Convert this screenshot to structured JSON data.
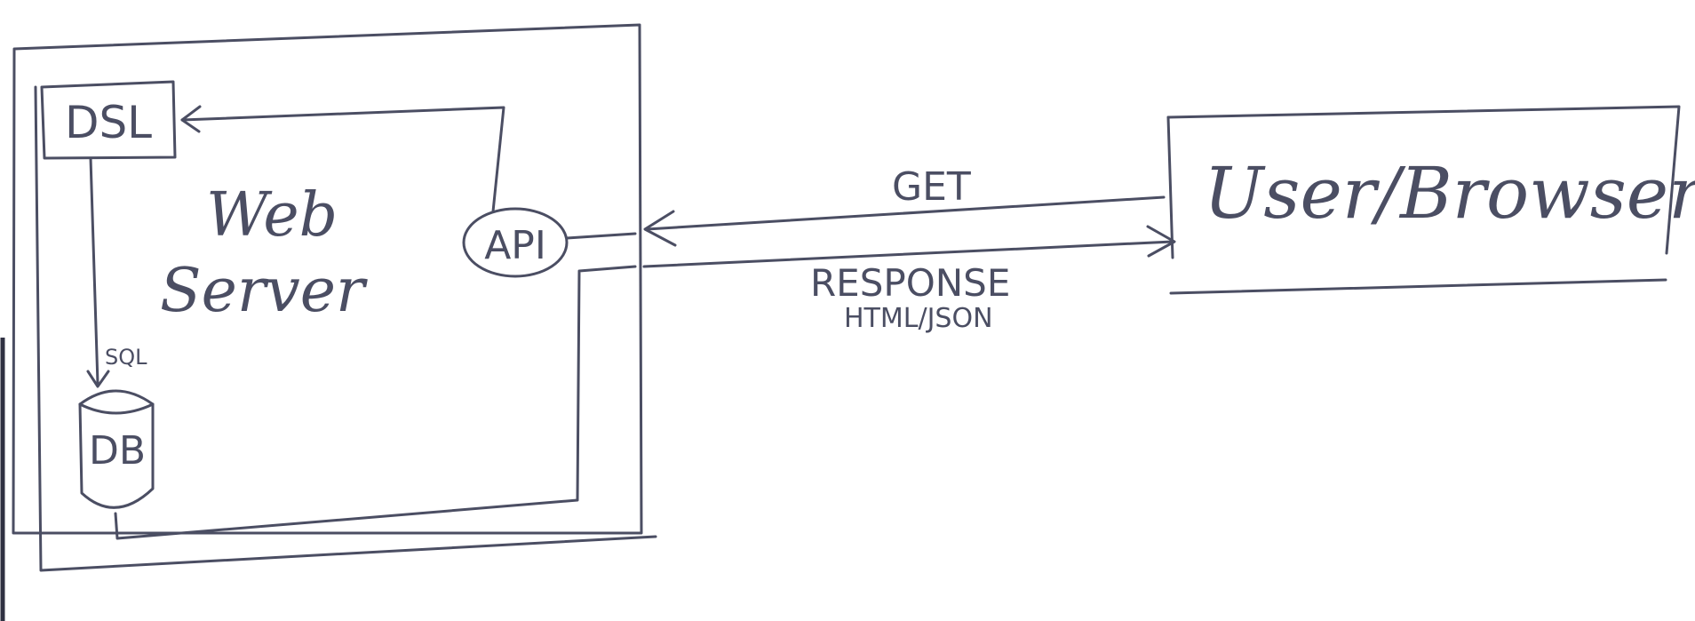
{
  "diagram": {
    "web_server_label_line1": "Web",
    "web_server_label_line2": "Server",
    "dsl_label": "DSL",
    "db_label": "DB",
    "api_label": "API",
    "sql_label": "SQL",
    "user_browser_label": "User/Browser",
    "get_label": "GET",
    "response_label": "RESPONSE",
    "response_format_label": "HTML/JSON",
    "ink_color": "#4b4e63"
  }
}
